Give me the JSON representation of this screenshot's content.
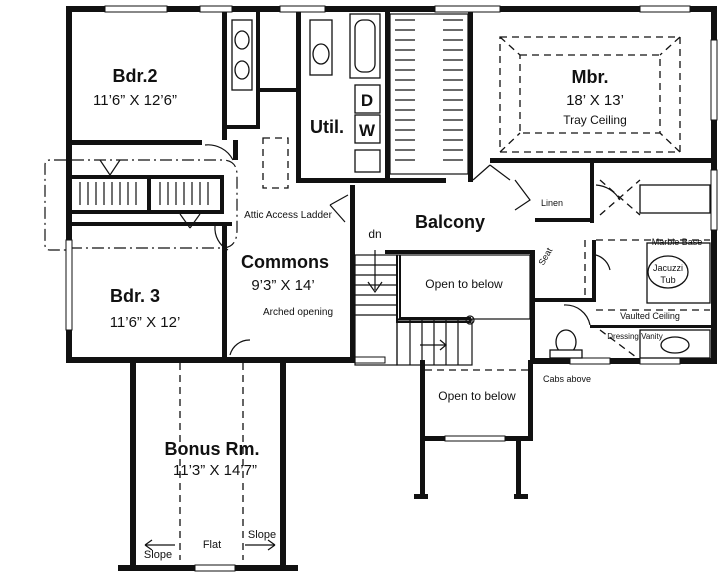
{
  "rooms": {
    "bdr2": {
      "name": "Bdr.2",
      "dims": "11’6” X 12’6”"
    },
    "bdr3": {
      "name": "Bdr. 3",
      "dims": "11’6” X 12’"
    },
    "mbr": {
      "name": "Mbr.",
      "dims": "18’ X 13’",
      "ceiling": "Tray Ceiling"
    },
    "util": {
      "name": "Util."
    },
    "balcony": {
      "name": "Balcony"
    },
    "commons": {
      "name": "Commons",
      "dims": "9’3” X 14’"
    },
    "bonus": {
      "name": "Bonus Rm.",
      "dims": "11’3” X 14’7”"
    }
  },
  "appliances": {
    "dryer": "D",
    "washer": "W"
  },
  "notes": {
    "attic": "Attic Access Ladder",
    "arched": "Arched opening",
    "open1": "Open to below",
    "open2": "Open to below",
    "dn": "dn",
    "linen": "Linen",
    "seat": "Seat",
    "marble": "Marble Base",
    "jacuzzi1": "Jacuzzi",
    "jacuzzi2": "Tub",
    "vaulted": "Vaulted Ceiling",
    "vanity": "Dressing Vanity",
    "cabs": "Cabs above",
    "slope_left": "Slope",
    "flat": "Flat",
    "slope_right": "Slope"
  }
}
